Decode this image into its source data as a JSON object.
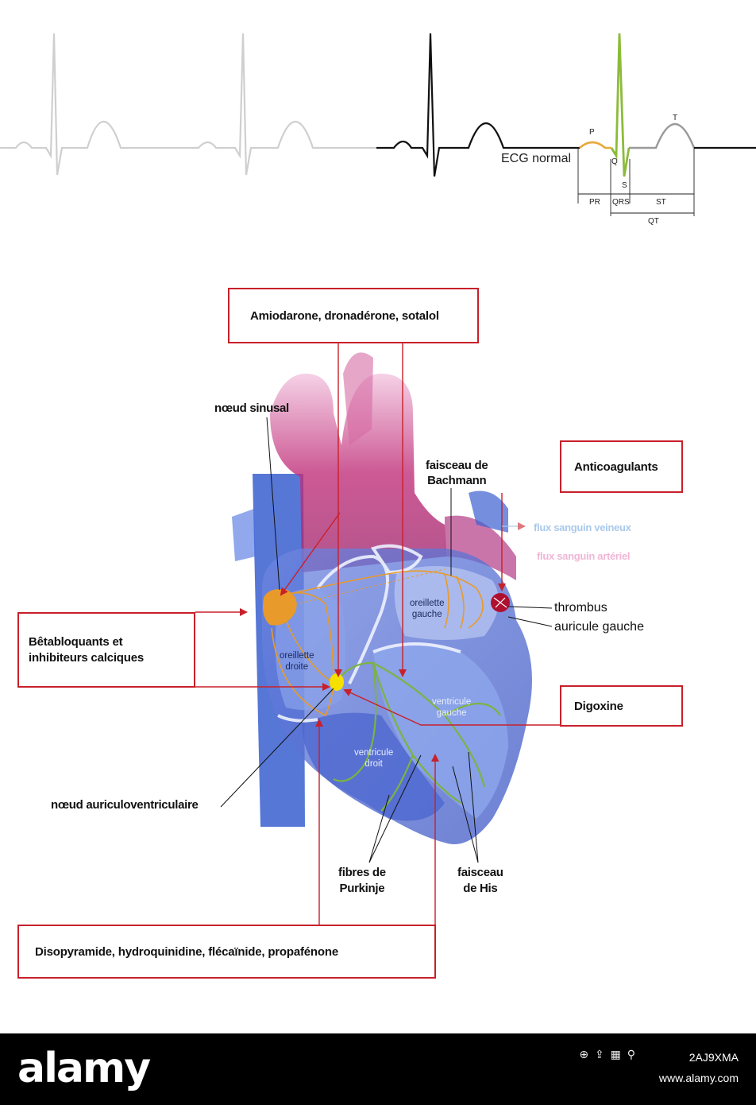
{
  "ecg": {
    "label": "ECG normal",
    "waves": {
      "p": "P",
      "q": "Q",
      "s": "S",
      "t": "T"
    },
    "intervals": {
      "pr": "PR",
      "qrs": "QRS",
      "st": "ST",
      "qt": "QT"
    }
  },
  "drug_boxes": {
    "amiodarone": "Amiodarone, dronadérone, sotalol",
    "anticoagulants": "Anticoagulants",
    "betabloquants": "Bêtabloquants et\ninhibiteurs calciques",
    "digoxine": "Digoxine",
    "disopyramide": "Disopyramide, hydroquinidine, flécaïnide, propafénone"
  },
  "labels": {
    "noeud_sinusal": "nœud sinusal",
    "faisceau_bachmann": "faisceau de\nBachmann",
    "flux_veineux": "flux sanguin veineux",
    "flux_arteriel": "flux sanguin artériel",
    "thrombus": "thrombus",
    "auricule_gauche": "auricule gauche",
    "oreillette_droite": "oreillette\ndroite",
    "oreillette_gauche": "oreillette\ngauche",
    "ventricule_gauche": "ventricule\ngauche",
    "ventricule_droit": "ventricule\ndroit",
    "noeud_av": "nœud auriculoventriculaire",
    "fibres_purkinje": "fibres de\nPurkinje",
    "faisceau_his": "faisceau\nde His"
  },
  "colors": {
    "drug_box_border": "#c8202a",
    "arrow": "#c8202a",
    "vein_blue": "#3a5fd0",
    "artery_magenta": "#c0307a",
    "conduction_orange": "#e89a2a",
    "conduction_green": "#7cb342",
    "av_node_yellow": "#f5e000",
    "flux_veineux_text": "#a9c9ec",
    "flux_arteriel_text": "#f0b6d6"
  },
  "footer": {
    "brand": "alamy",
    "image_id": "2AJ9XMA",
    "site": "www.alamy.com"
  }
}
